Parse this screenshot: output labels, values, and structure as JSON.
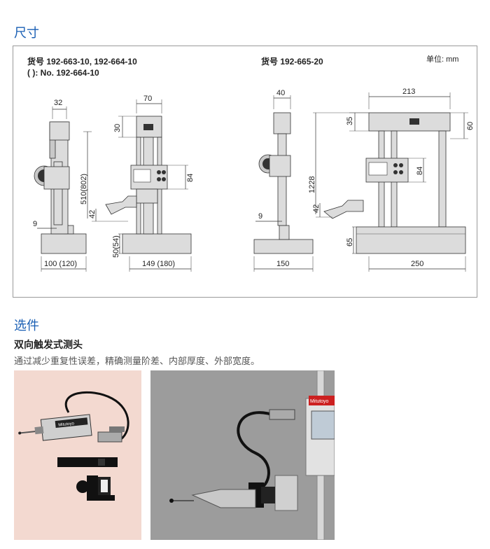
{
  "sections": {
    "dimensions_title": "尺寸",
    "options_title": "选件"
  },
  "drawing": {
    "unit": "单位: mm",
    "left_model": "货号 192-663-10, 192-664-10",
    "left_model_note": "( ): No. 192-664-10",
    "right_model": "货号 192-665-20",
    "left_dims": {
      "d32": "32",
      "d70": "70",
      "d30": "30",
      "d84": "84",
      "d510": "510(802)",
      "d42": "42",
      "d9": "9",
      "d50": "50(54)",
      "d100": "100 (120)",
      "d149": "149 (180)"
    },
    "right_dims": {
      "d40": "40",
      "d213": "213",
      "d35": "35",
      "d60": "60",
      "d84": "84",
      "d1228": "1228",
      "d42": "42",
      "d9": "9",
      "d65": "65",
      "d150": "150",
      "d250": "250"
    }
  },
  "option": {
    "name": "双向触发式测头",
    "description": "通过减少重复性误差，精确测量阶差、内部厚度、外部宽度。"
  },
  "photos": {
    "brand": "Mitutoyo"
  }
}
